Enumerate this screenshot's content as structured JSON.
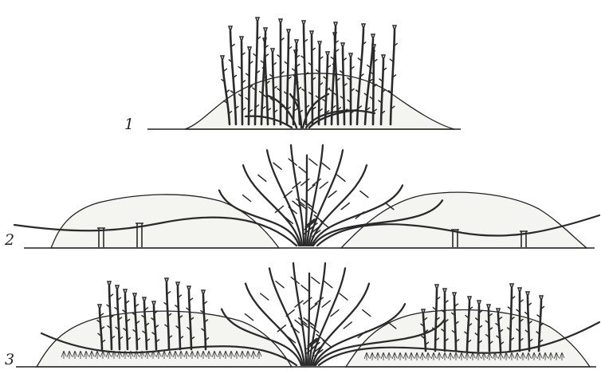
{
  "figure": {
    "labels": [
      "1",
      "2",
      "3"
    ]
  }
}
